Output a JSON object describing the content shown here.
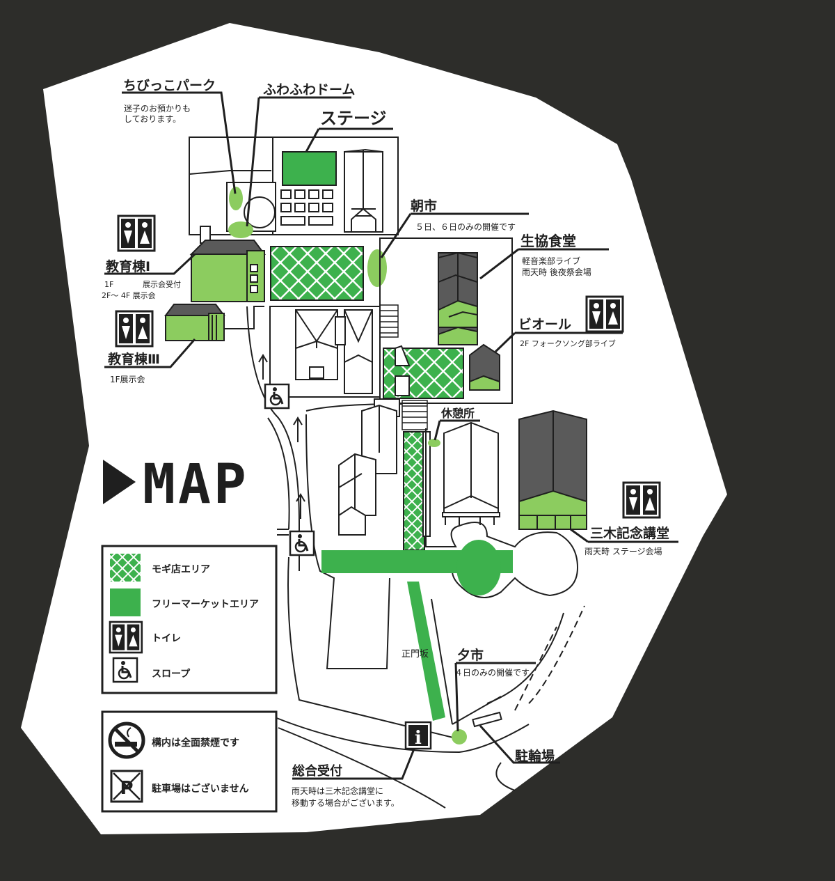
{
  "colors": {
    "background": "#2d2d2a",
    "land": "#ffffff",
    "ink": "#1f1f1f",
    "green_light": "#8ccc5f",
    "green": "#3db14d",
    "building_dark": "#5a5a5a"
  },
  "map_heading": "MAP",
  "labels": {
    "chibikko_park": {
      "title": "ちびっこパーク",
      "note_line1": "迷子のお預かりも",
      "note_line2": "しております。"
    },
    "fuwafuwa_dome": {
      "title": "ふわふわドーム"
    },
    "stage": {
      "title": "ステージ"
    },
    "asaichi": {
      "title": "朝市",
      "note": "５日、６日のみの開催です"
    },
    "seikyo_shokudo": {
      "title": "生協食堂",
      "note_line1": "軽音楽部ライブ",
      "note_line2": "雨天時 後夜祭会場"
    },
    "kyoiku_1": {
      "title": "教育棟Ⅰ",
      "note_line1_a": "1F",
      "note_line1_b": "展示会受付",
      "note_line2": "2F～ 4F 展示会"
    },
    "kyoiku_3": {
      "title": "教育棟Ⅲ",
      "note": "1F展示会"
    },
    "bioru": {
      "title": "ビオール",
      "note": "2F フォークソング部ライブ"
    },
    "kyukeijo": {
      "title": "休憩所"
    },
    "miki_kinen": {
      "title": "三木記念講堂",
      "note": "雨天時 ステージ会場"
    },
    "seimonzaka": {
      "title": "正門坂"
    },
    "yuichi": {
      "title": "夕市",
      "note": "４日のみの開催です"
    },
    "churinjo": {
      "title": "駐輪場"
    },
    "sogo_uketsuke": {
      "title": "総合受付",
      "note_line1": "雨天時は三木記念講堂に",
      "note_line2": "移動する場合がございます。"
    }
  },
  "legend": {
    "items": [
      {
        "label": "モギ店エリア",
        "icon": "hatched-green-swatch"
      },
      {
        "label": "フリーマーケットエリア",
        "icon": "green-swatch"
      },
      {
        "label": "トイレ",
        "icon": "restroom-icon"
      },
      {
        "label": "スロープ",
        "icon": "wheelchair-icon"
      }
    ]
  },
  "notices": {
    "items": [
      {
        "label": "構内は全面禁煙です",
        "icon": "no-smoking-icon"
      },
      {
        "label": "駐車場はございません",
        "icon": "no-parking-icon"
      }
    ]
  },
  "info_icon_glyph": "i"
}
